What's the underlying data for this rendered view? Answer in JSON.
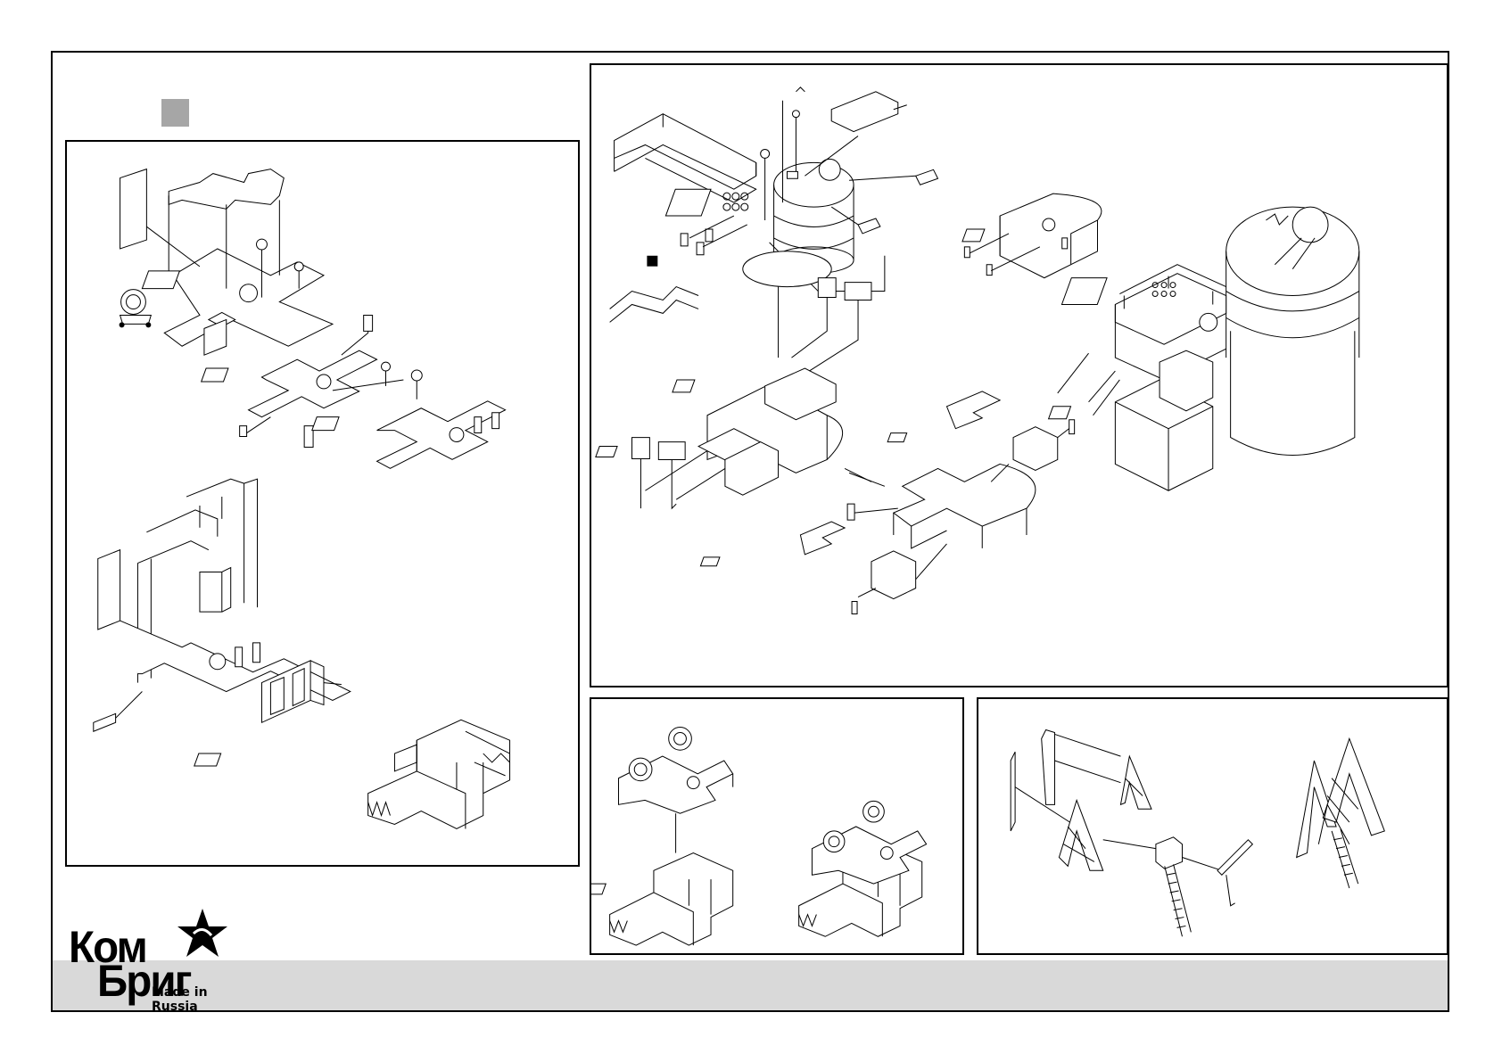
{
  "logo": {
    "line1": "Ком",
    "line2": "Бриг",
    "tagline": "Made in Russia"
  },
  "colors": {
    "step_marker": "#a6a6a6",
    "footer_band": "#d9d9d9",
    "line": "#000000"
  },
  "icons": [
    "star-icon",
    "step-marker"
  ]
}
